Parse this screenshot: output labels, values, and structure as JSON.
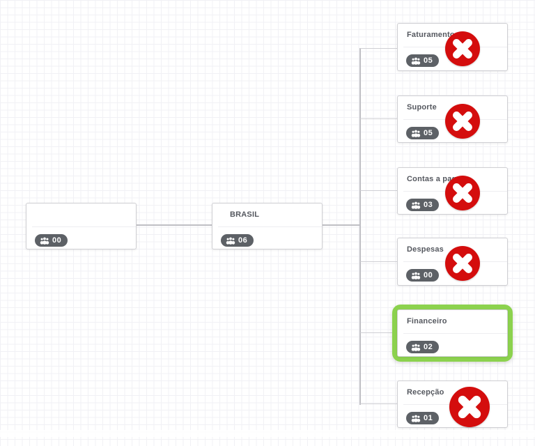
{
  "canvas": {
    "background": "#ffffff",
    "grid_color": "#f1f1f5"
  },
  "colors": {
    "delete_red": "#d40d0d",
    "selection_green": "#8cd24e",
    "badge_background": "#5d6166",
    "card_border": "#cfcfd3",
    "connector_gray": "#bfbfc4",
    "title_text": "#55585f"
  },
  "icons": {
    "members": "group-icon",
    "delete": "delete-icon"
  },
  "nodes": [
    {
      "title": "",
      "members_count": "00",
      "selected": false,
      "has_delete": false
    },
    {
      "title": "BRASIL",
      "members_count": "06",
      "selected": false,
      "has_delete": false
    },
    {
      "title": "Faturamento",
      "members_count": "05",
      "selected": false,
      "has_delete": true
    },
    {
      "title": "Suporte",
      "members_count": "05",
      "selected": false,
      "has_delete": true
    },
    {
      "title": "Contas a pagar",
      "members_count": "03",
      "selected": false,
      "has_delete": true
    },
    {
      "title": "Despesas",
      "members_count": "00",
      "selected": false,
      "has_delete": true
    },
    {
      "title": "Financeiro",
      "members_count": "02",
      "selected": true,
      "has_delete": false
    },
    {
      "title": "Recepção",
      "members_count": "01",
      "selected": false,
      "has_delete": true
    }
  ]
}
